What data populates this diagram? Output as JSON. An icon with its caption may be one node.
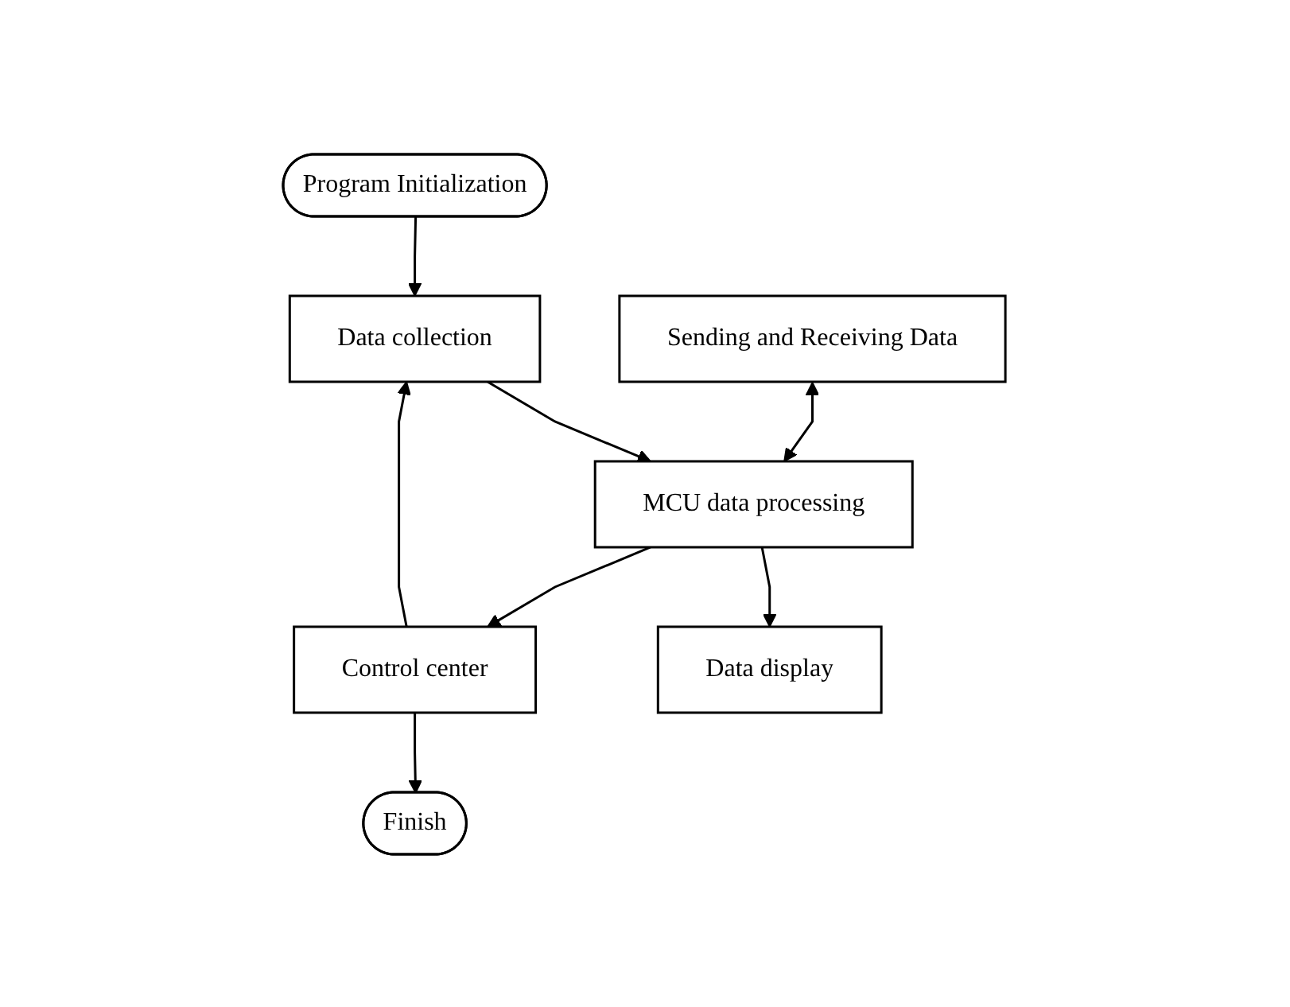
{
  "diagram": {
    "nodes": [
      {
        "text": [
          "Program Initialization"
        ]
      },
      {
        "text": [
          "Data collection"
        ]
      },
      {
        "text": [
          "Sending and Receiving Data"
        ]
      },
      {
        "text": [
          "MCU data processing"
        ]
      },
      {
        "text": [
          "Data display"
        ]
      },
      {
        "text": [
          "Control center"
        ]
      },
      {
        "text": [
          "Finish"
        ]
      }
    ],
    "edges": [
      {
        "from": 0,
        "to": 1,
        "arrow": "to"
      },
      {
        "from": 1,
        "to": 3,
        "arrow": "to"
      },
      {
        "from": 2,
        "to": 3,
        "arrow": "both"
      },
      {
        "from": 3,
        "to": 4,
        "arrow": "to"
      },
      {
        "from": 3,
        "to": 5,
        "arrow": "to"
      },
      {
        "from": 5,
        "to": 6,
        "arrow": "to"
      },
      {
        "from": 5,
        "to": 1,
        "arrow": "to"
      }
    ]
  }
}
